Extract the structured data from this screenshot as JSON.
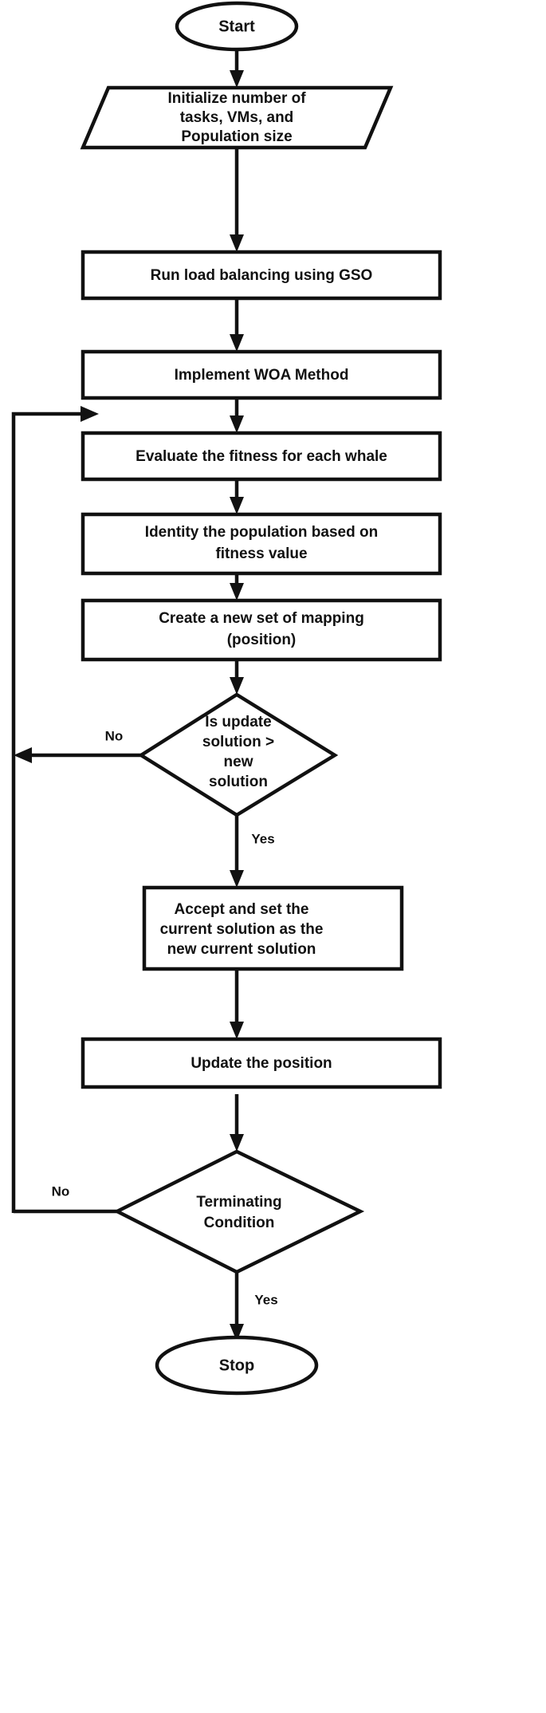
{
  "diagram": {
    "title": "Hybrid GSO-WOA load balancing flowchart",
    "background_color": "#ffffff",
    "line_color": "#111111",
    "text_color": "#111111"
  },
  "nodes": {
    "start": {
      "label": "Start",
      "shape": "ellipse"
    },
    "initialize": {
      "label_line1": "Initialize number of",
      "label_line2": "tasks, VMs, and",
      "label_line3": "Population size",
      "shape": "parallelogram"
    },
    "run_gso": {
      "label": "Run load balancing using GSO",
      "shape": "process"
    },
    "implement_woa": {
      "label": "Implement WOA Method",
      "shape": "process"
    },
    "evaluate_fitness": {
      "label": "Evaluate the fitness for each whale",
      "shape": "process"
    },
    "identity_population": {
      "label_line1": "Identity the population based on",
      "label_line2": "fitness value",
      "shape": "process"
    },
    "create_mapping": {
      "label_line1": "Create a new set of mapping",
      "label_line2": "(position)",
      "shape": "process"
    },
    "is_update_solution": {
      "label_line1": "Is update",
      "label_line2": "solution >",
      "label_line3": "new",
      "label_line4": "solution",
      "shape": "decision"
    },
    "accept_solution": {
      "label_line1": "Accept and set the",
      "label_line2": "current solution as the",
      "label_line3": "new current solution",
      "shape": "process"
    },
    "update_position": {
      "label": "Update the position",
      "shape": "process"
    },
    "terminating_condition": {
      "label_line1": "Terminating",
      "label_line2": "Condition",
      "shape": "decision"
    },
    "stop": {
      "label": "Stop",
      "shape": "ellipse"
    }
  },
  "edge_labels": {
    "decision1_no": "No",
    "decision1_yes": "Yes",
    "decision2_no": "No",
    "decision2_yes": "Yes"
  }
}
